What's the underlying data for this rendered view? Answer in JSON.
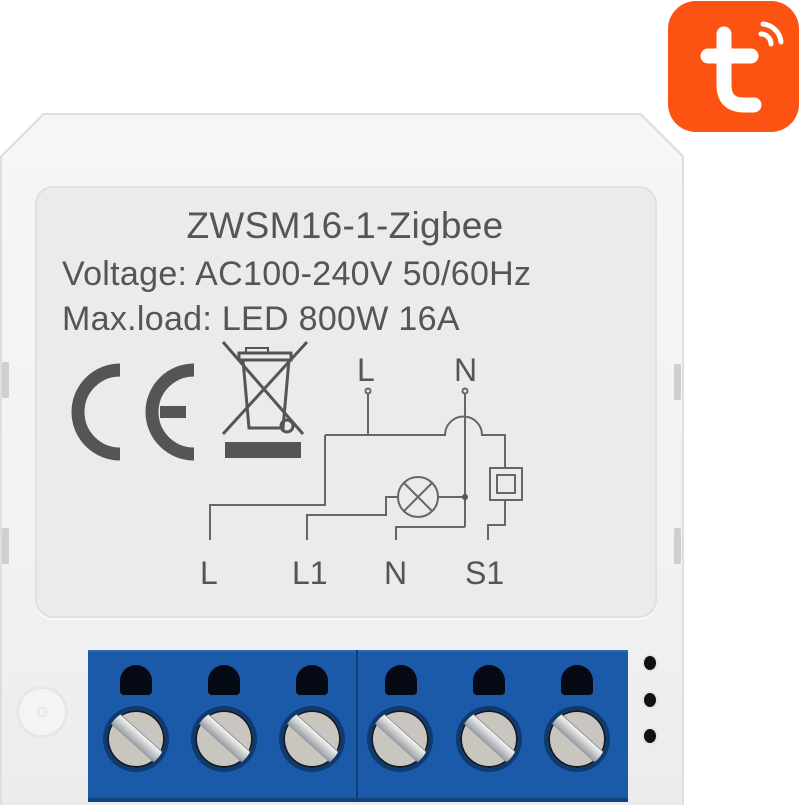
{
  "product": {
    "model": "ZWSM16-1-Zigbee",
    "voltage": "Voltage: AC100-240V 50/60Hz",
    "max_load": "Max.load: LED 800W 16A"
  },
  "certifications": {
    "ce_mark": "CE",
    "weee_icon": "crossed-out-wheelie-bin-icon"
  },
  "wiring_diagram": {
    "supply_labels": [
      "L",
      "N"
    ],
    "terminal_labels": [
      "L",
      "L1",
      "N",
      "S1"
    ],
    "load_icon": "lamp-icon",
    "switch_icon": "wall-switch-icon"
  },
  "terminals": {
    "count": 6,
    "groups": 2
  },
  "brand_badge": {
    "icon": "tuya-smart-icon",
    "color": "#fd5312"
  },
  "colors": {
    "body": "#f3f3f3",
    "label_panel": "#ebebeb",
    "text": "#555555",
    "terminal_block": "#1b5aa9"
  }
}
